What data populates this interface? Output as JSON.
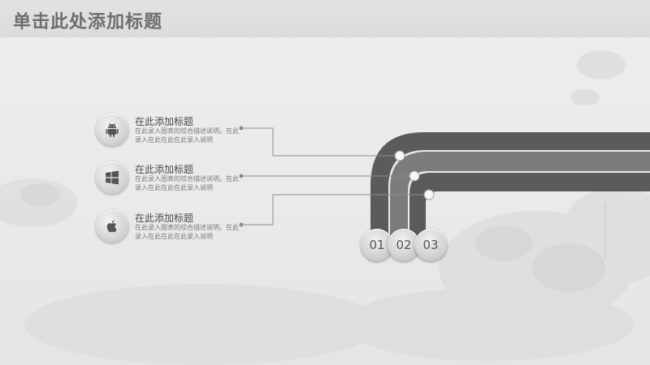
{
  "header": {
    "title": "单击此处添加标题"
  },
  "items": [
    {
      "title": "在此添加标题",
      "desc": "在此录入图表的综合描述说明。在此录入在此在此在此录入说明",
      "icon": "android-icon"
    },
    {
      "title": "在此添加标题",
      "desc": "在此录入图表的综合描述说明。在此录入在此在此在此录入说明",
      "icon": "windows-icon"
    },
    {
      "title": "在此添加标题",
      "desc": "在此录入图表的综合描述说明。在此录入在此在此在此录入说明",
      "icon": "apple-icon"
    }
  ],
  "steps": [
    "01",
    "02",
    "03"
  ],
  "colors": {
    "track_dark": "#5b5b5b",
    "track_mid": "#7c7c7c",
    "line": "#8c8c8c"
  }
}
